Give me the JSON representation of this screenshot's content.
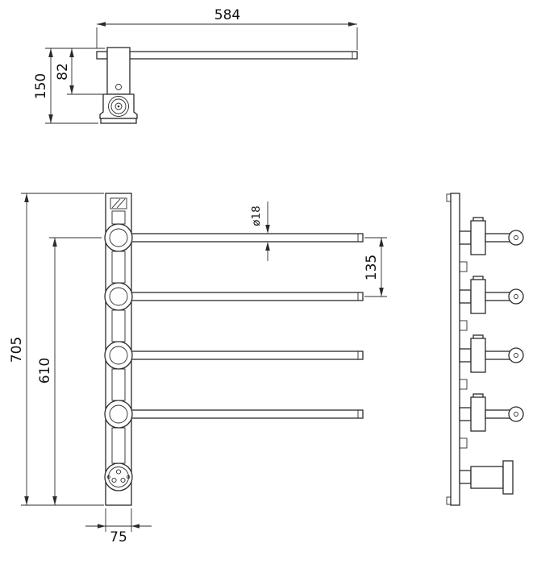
{
  "drawing": {
    "background_color": "#ffffff",
    "line_color": "#2b2b2b",
    "dimensions": {
      "top_width": "584",
      "top_height": "150",
      "top_inset": "82",
      "overall_height": "705",
      "rail_span": "610",
      "arm_spacing": "135",
      "tube_diameter": "ø18",
      "column_width": "75"
    }
  }
}
